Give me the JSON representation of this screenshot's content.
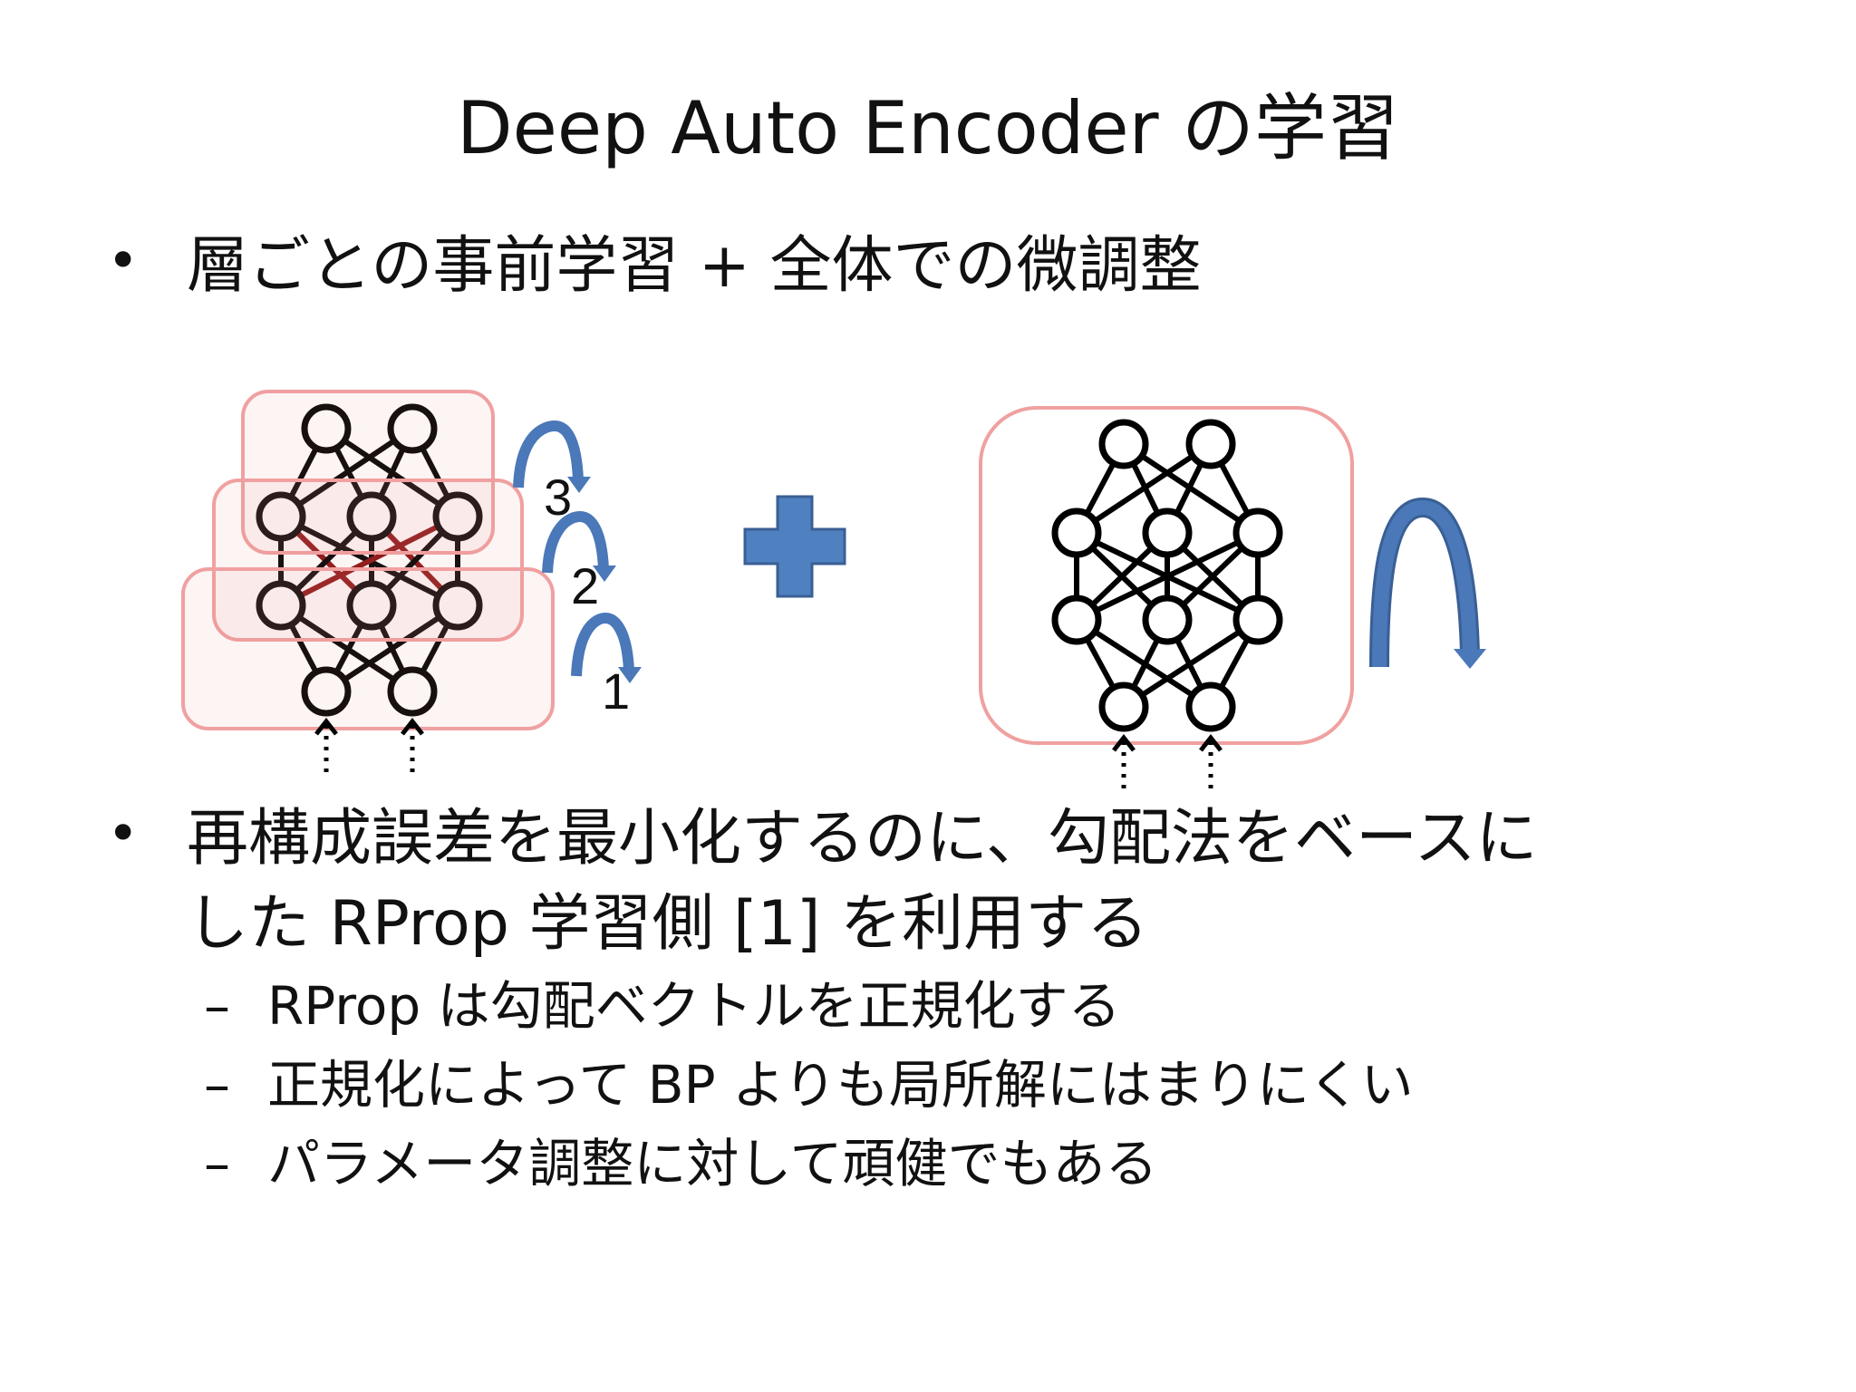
{
  "slide": {
    "title": "Deep Auto Encoder の学習",
    "bullet_symbol": "•",
    "dash_symbol": "–",
    "bullets": [
      {
        "lines": [
          "層ごとの事前学習 + 全体での微調整"
        ]
      },
      {
        "lines": [
          "再構成誤差を最小化するのに、勾配法をベースに",
          "した RProp 学習側 [1] を利用する"
        ]
      }
    ],
    "sub_bullets": [
      "RProp は勾配ベクトルを正規化する",
      "正規化によって BP よりも局所解にはまりにくい",
      "パラメータ調整に対して頑健でもある"
    ]
  },
  "diagram": {
    "step_labels": [
      "3",
      "2",
      "1"
    ],
    "colors": {
      "box": "#f0a0a0",
      "arrow": "#4a78b8",
      "arrow_stroke": "#3a5f95",
      "plus": "#4f80c0",
      "node_stroke": "#000000",
      "edge": "#000000",
      "edge_red": "#8a1010"
    },
    "icons": [
      "curved-arrow-icon",
      "plus-icon",
      "dotted-input-arrow-icon"
    ]
  }
}
